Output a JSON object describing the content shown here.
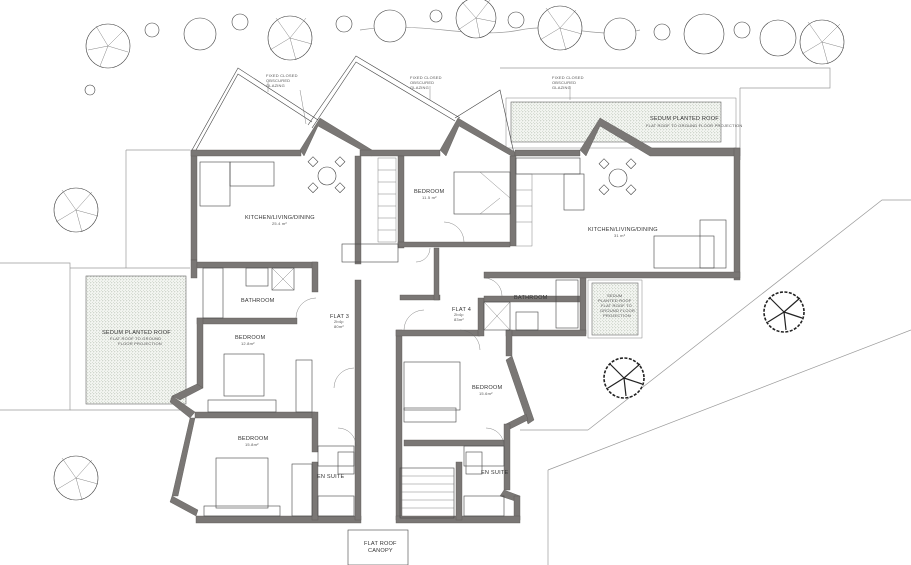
{
  "rooms": {
    "flat3": {
      "name": "FLAT 3",
      "area_line1": "2b4p",
      "area_line2": "80m²"
    },
    "flat4": {
      "name": "FLAT 4",
      "area_line1": "2b4p",
      "area_line2": "83m²"
    },
    "kitchen_left": {
      "name": "KITCHEN/LIVING/DINING",
      "area": "25.4 m²"
    },
    "kitchen_right": {
      "name": "KITCHEN/LIVING/DINING",
      "area": "31 m²"
    },
    "bedroom_top": {
      "name": "BEDROOM",
      "area": "11.5 m²"
    },
    "bedroom_left_mid": {
      "name": "BEDROOM",
      "area": "12.8m²"
    },
    "bedroom_left_low": {
      "name": "BEDROOM",
      "area": "15.8m²"
    },
    "bedroom_right": {
      "name": "BEDROOM",
      "area": "15.6m²"
    },
    "bathroom_left": {
      "name": "BATHROOM"
    },
    "bathroom_right": {
      "name": "BATHROOM"
    },
    "ensuite_left": {
      "name": "EN SUITE"
    },
    "ensuite_right": {
      "name": "EN SUITE"
    }
  },
  "notes": {
    "glazing": [
      "FIXED CLOSED",
      "OBSCURED",
      "GLAZING"
    ],
    "sedum_top": {
      "title": "SEDUM PLANTED ROOF",
      "sub": "FLAT ROOF TO GROUND FLOOR PROJECTION"
    },
    "sedum_left": {
      "title": "SEDUM PLANTED ROOF",
      "sub1": "FLAT ROOF TO GROUND",
      "sub2": "FLOOR PROJECTION"
    },
    "sedum_small": {
      "line1": "SEDUM",
      "line2": "PLANTED ROOF",
      "line3": "FLAT ROOF TO",
      "line4": "GROUND FLOOR",
      "line5": "PROJECTION"
    },
    "canopy": {
      "line1": "FLAT ROOF",
      "line2": "CANOPY"
    }
  }
}
